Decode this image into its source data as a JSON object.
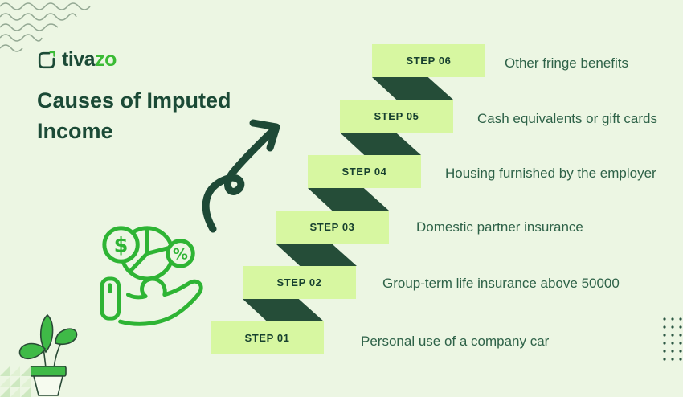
{
  "brand": {
    "name_primary": "tiva",
    "name_accent": "zo"
  },
  "title": "Causes of Imputed Income",
  "steps": [
    {
      "label": "STEP 01",
      "description": "Personal use of a company car"
    },
    {
      "label": "STEP 02",
      "description": "Group-term life insurance above 50000"
    },
    {
      "label": "STEP 03",
      "description": "Domestic partner insurance"
    },
    {
      "label": "STEP 04",
      "description": "Housing furnished by the employer"
    },
    {
      "label": "STEP 05",
      "description": "Cash equivalents or gift cards"
    },
    {
      "label": "STEP 06",
      "description": "Other fringe benefits"
    }
  ],
  "icons": {
    "logo_frame": "logo-frame-icon",
    "money_hand": "money-hand-icon",
    "curved_arrow": "curved-arrow-icon",
    "plant_pot": "plant-pot-icon",
    "wave_pattern": "wave-pattern",
    "triangle_pattern": "triangle-pattern",
    "dot_grid": "dot-grid-pattern",
    "dollar_glyph": "$",
    "percent_glyph": "%"
  },
  "colors": {
    "background": "#ecf6e3",
    "step_fill": "#d7f7a1",
    "connector_dark_green": "#254d38",
    "title_green": "#1b4a36",
    "body_text_green": "#2e6248",
    "accent_bright_green": "#2eb434",
    "logo_accent_green": "#3bbb35"
  }
}
